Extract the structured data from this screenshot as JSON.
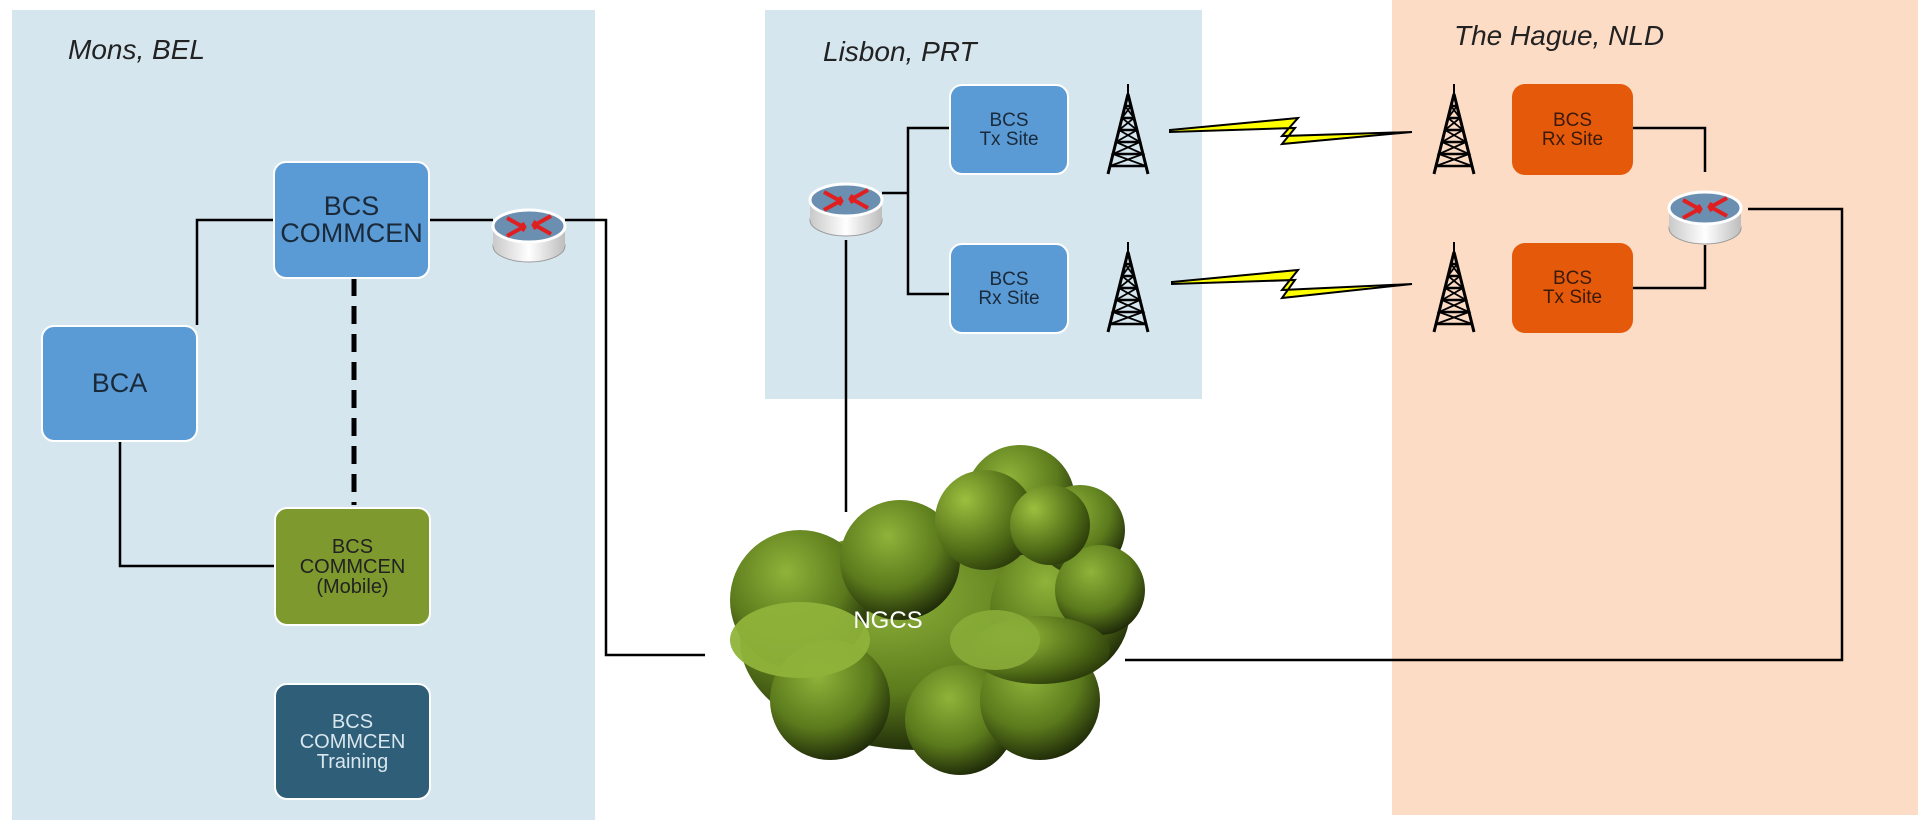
{
  "regions": {
    "mons": {
      "label": "Mons, BEL",
      "color": "#d6e6ef"
    },
    "lisbon": {
      "label": "Lisbon, PRT",
      "color": "#d6e6ef"
    },
    "hague": {
      "label": "The Hague, NLD",
      "color": "#fddcc6"
    }
  },
  "nodes": {
    "bcs_commcen": {
      "label": "BCS\nCOMMCEN",
      "color": "#5b9bd5"
    },
    "bca": {
      "label": "BCA",
      "color": "#5b9bd5"
    },
    "bcs_commcen_mobile": {
      "label": "BCS\nCOMMCEN\n(Mobile)",
      "color": "#7e9a2e"
    },
    "bcs_commcen_training": {
      "label": "BCS\nCOMMCEN\nTraining",
      "color": "#2e5e78"
    },
    "lisbon_tx_site": {
      "label": "BCS\nTx Site",
      "color": "#5b9bd5"
    },
    "lisbon_rx_site": {
      "label": "BCS\nRx Site",
      "color": "#5b9bd5"
    },
    "hague_rx_site": {
      "label": "BCS\nRx Site",
      "color": "#e55a0a"
    },
    "hague_tx_site": {
      "label": "BCS\nTx Site",
      "color": "#e55a0a"
    }
  },
  "cloud": {
    "label": "NGCS"
  },
  "icons": [
    "router-icon",
    "antenna-tower-icon",
    "lightning-link-icon",
    "cloud-icon"
  ],
  "colors": {
    "line": "#000000",
    "lightning": "#ffff00",
    "router_top": "#6a8fb0",
    "router_arrow": "#e02020"
  }
}
